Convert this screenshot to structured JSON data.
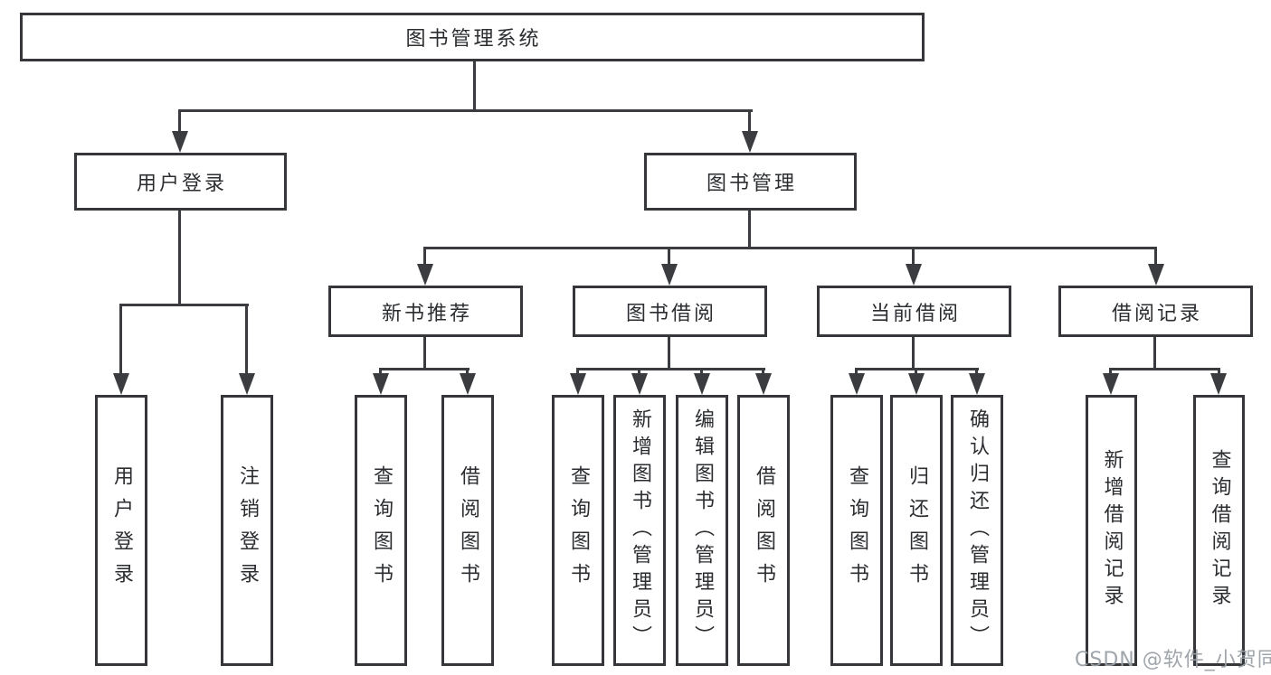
{
  "diagram": {
    "colors": {
      "line": "#3a3c3f",
      "border": "#35373a",
      "text": "#2b2d30",
      "watermark": "#9aa0a7",
      "background": "#ffffff"
    },
    "root": {
      "label": "图书管理系统"
    },
    "branches": [
      {
        "label": "用户登录",
        "children": [
          {
            "label": "用户登录"
          },
          {
            "label": "注销登录"
          }
        ]
      },
      {
        "label": "图书管理",
        "children": [
          {
            "label": "新书推荐",
            "children": [
              {
                "label": "查询图书"
              },
              {
                "label": "借阅图书"
              }
            ]
          },
          {
            "label": "图书借阅",
            "children": [
              {
                "label": "查询图书"
              },
              {
                "label": "新增图书（管理员）"
              },
              {
                "label": "编辑图书（管理员）"
              },
              {
                "label": "借阅图书"
              }
            ]
          },
          {
            "label": "当前借阅",
            "children": [
              {
                "label": "查询图书"
              },
              {
                "label": "归还图书"
              },
              {
                "label": "确认归还（管理员）"
              }
            ]
          },
          {
            "label": "借阅记录",
            "children": [
              {
                "label": "新增借阅记录"
              },
              {
                "label": "查询借阅记录"
              }
            ]
          }
        ]
      }
    ],
    "watermark": "CSDN @软件_小贺同学"
  }
}
